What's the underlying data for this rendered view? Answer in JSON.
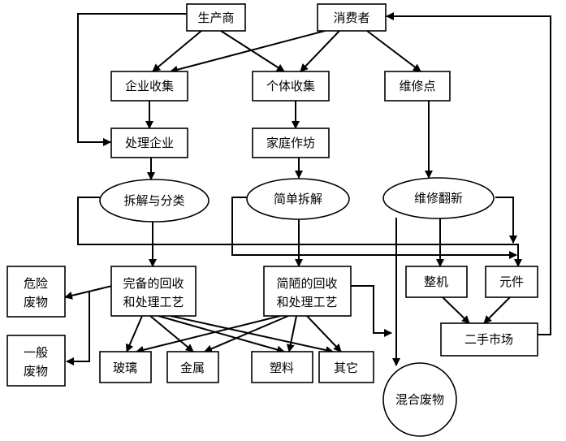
{
  "nodes": {
    "producer": "生产商",
    "consumer": "消费者",
    "enterprise_collection": "企业收集",
    "individual_collection": "个体收集",
    "repair_point": "维修点",
    "processing_enterprise": "处理企业",
    "family_workshop": "家庭作坊",
    "dismantle_sort": "拆解与分类",
    "simple_dismantle": "简单拆解",
    "repair_refurbish": "维修翻新",
    "complete_process": [
      "完备的回收",
      "和处理工艺"
    ],
    "crude_process": [
      "简陋的回收",
      "和处理工艺"
    ],
    "hazardous_waste": [
      "危险",
      "废物"
    ],
    "general_waste": [
      "一般",
      "废物"
    ],
    "glass": "玻璃",
    "metal": "金属",
    "plastic": "塑料",
    "other": "其它",
    "whole_unit": "整机",
    "components": "元件",
    "second_hand_market": "二手市场",
    "mixed_waste": "混合废物"
  }
}
